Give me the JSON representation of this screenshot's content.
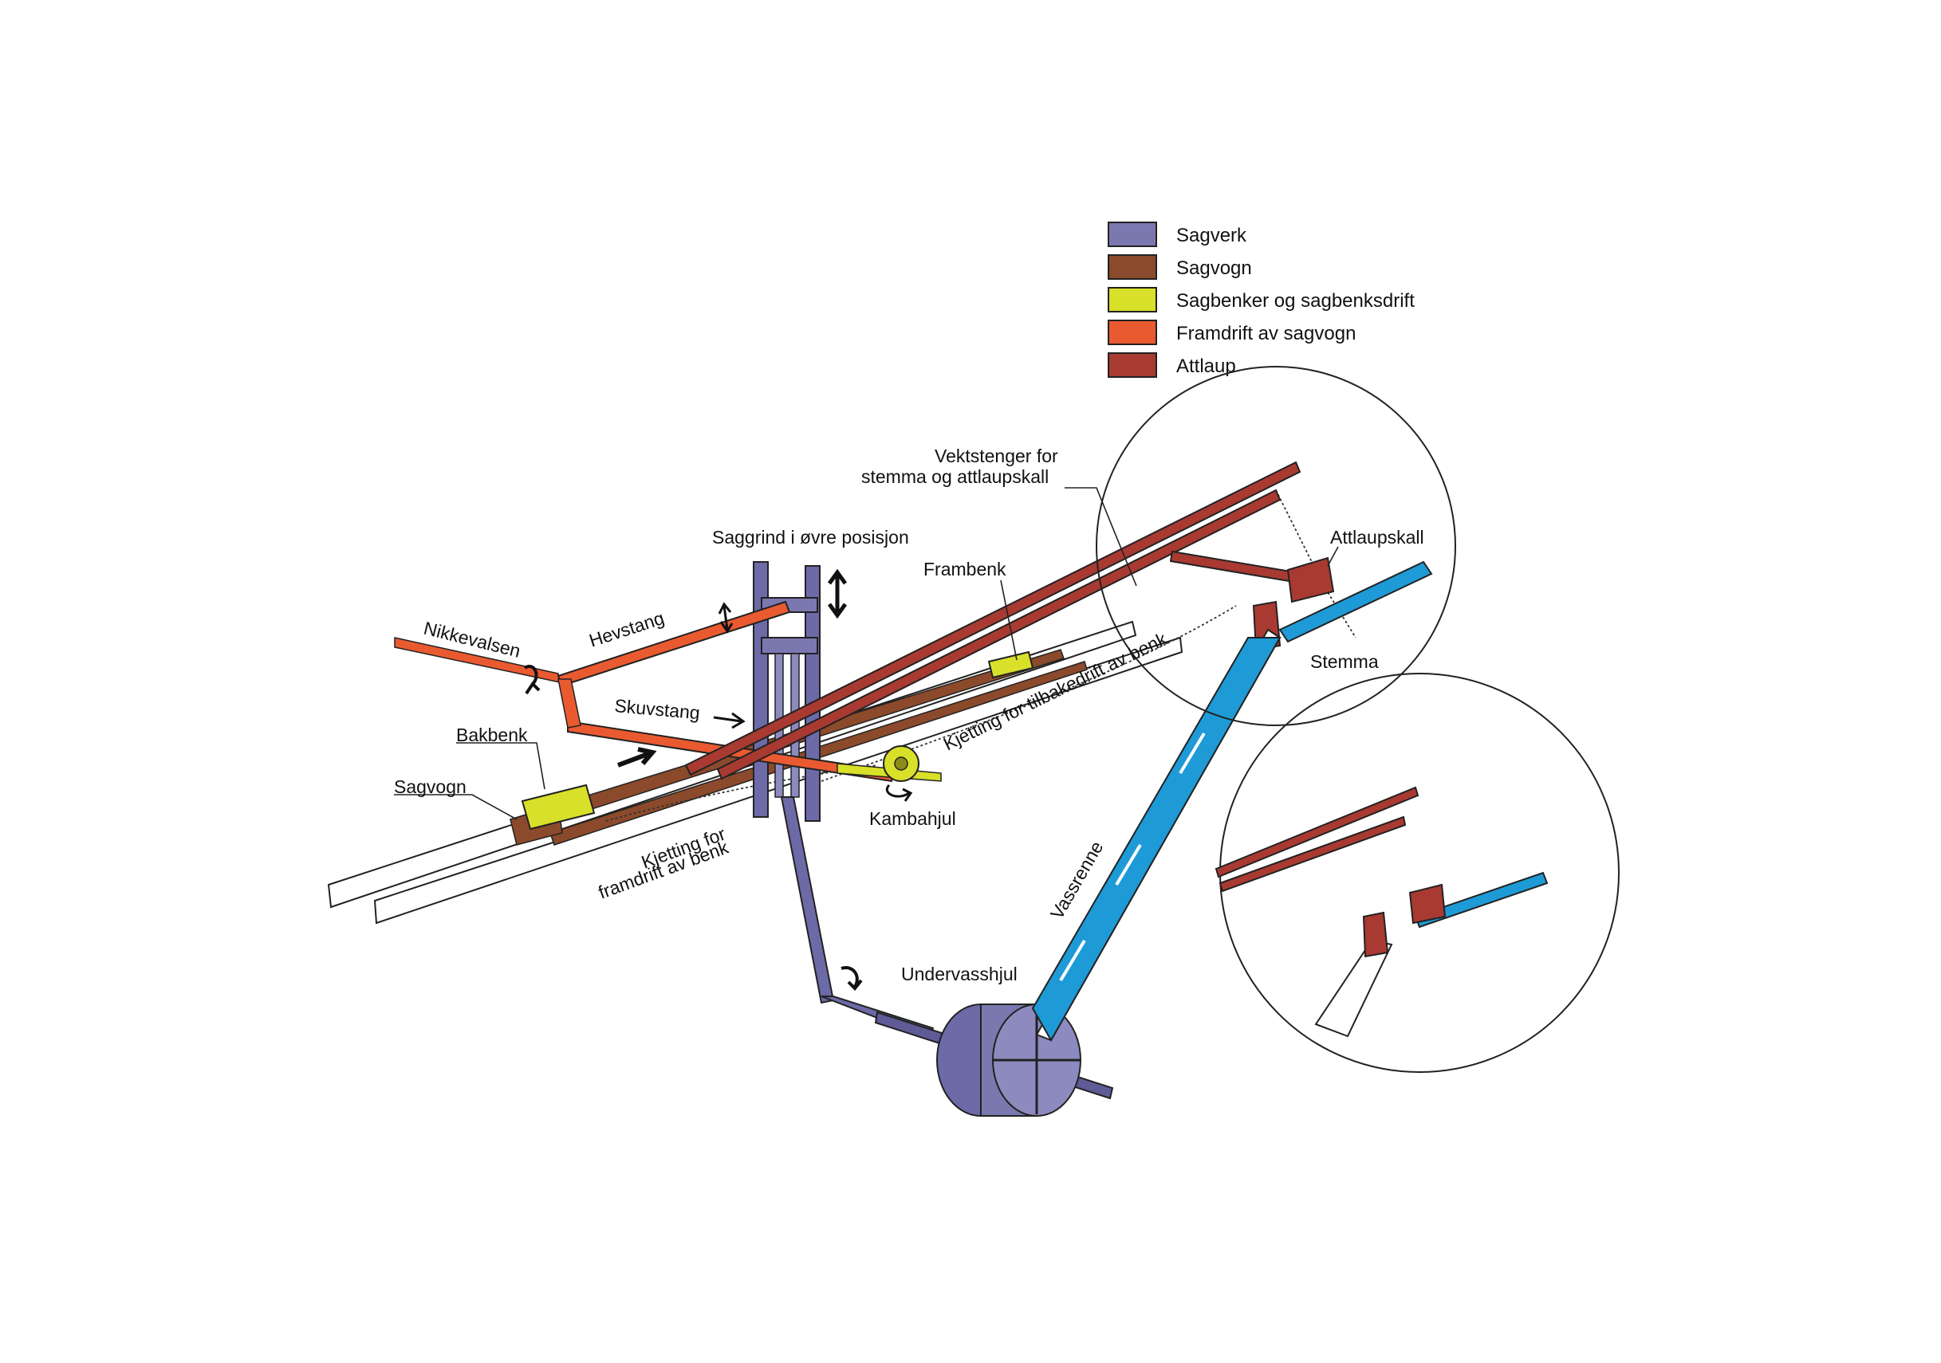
{
  "legend": [
    {
      "label": "Sagverk",
      "color": "#7b78b0"
    },
    {
      "label": "Sagvogn",
      "color": "#8b4a2b"
    },
    {
      "label": "Sagbenker og sagbenksdrift",
      "color": "#d8e02a"
    },
    {
      "label": "Framdrift av sagvogn",
      "color": "#ea5a30"
    },
    {
      "label": "Attlaup",
      "color": "#a83a32"
    }
  ],
  "labels": {
    "vektstenger_1": "Vektstenger for",
    "vektstenger_2": "stemma og attlaupskall",
    "saggrind": "Saggrind i øvre posisjon",
    "attlaupskall": "Attlaupskall",
    "frambenk": "Frambenk",
    "hevstang": "Hevstang",
    "nikkevalsen": "Nikkevalsen",
    "stemma": "Stemma",
    "skuvstang": "Skuvstang",
    "kjetting_tilbake": "Kjetting for tilbakedrift av benk",
    "bakbenk": "Bakbenk",
    "sagvogn": "Sagvogn",
    "kambahjul": "Kambahjul",
    "kjetting_fram_1": "Kjetting for",
    "kjetting_fram_2": "framdrift av benk",
    "vassrenne": "Vassrenne",
    "undervasshjul": "Undervasshjul"
  }
}
